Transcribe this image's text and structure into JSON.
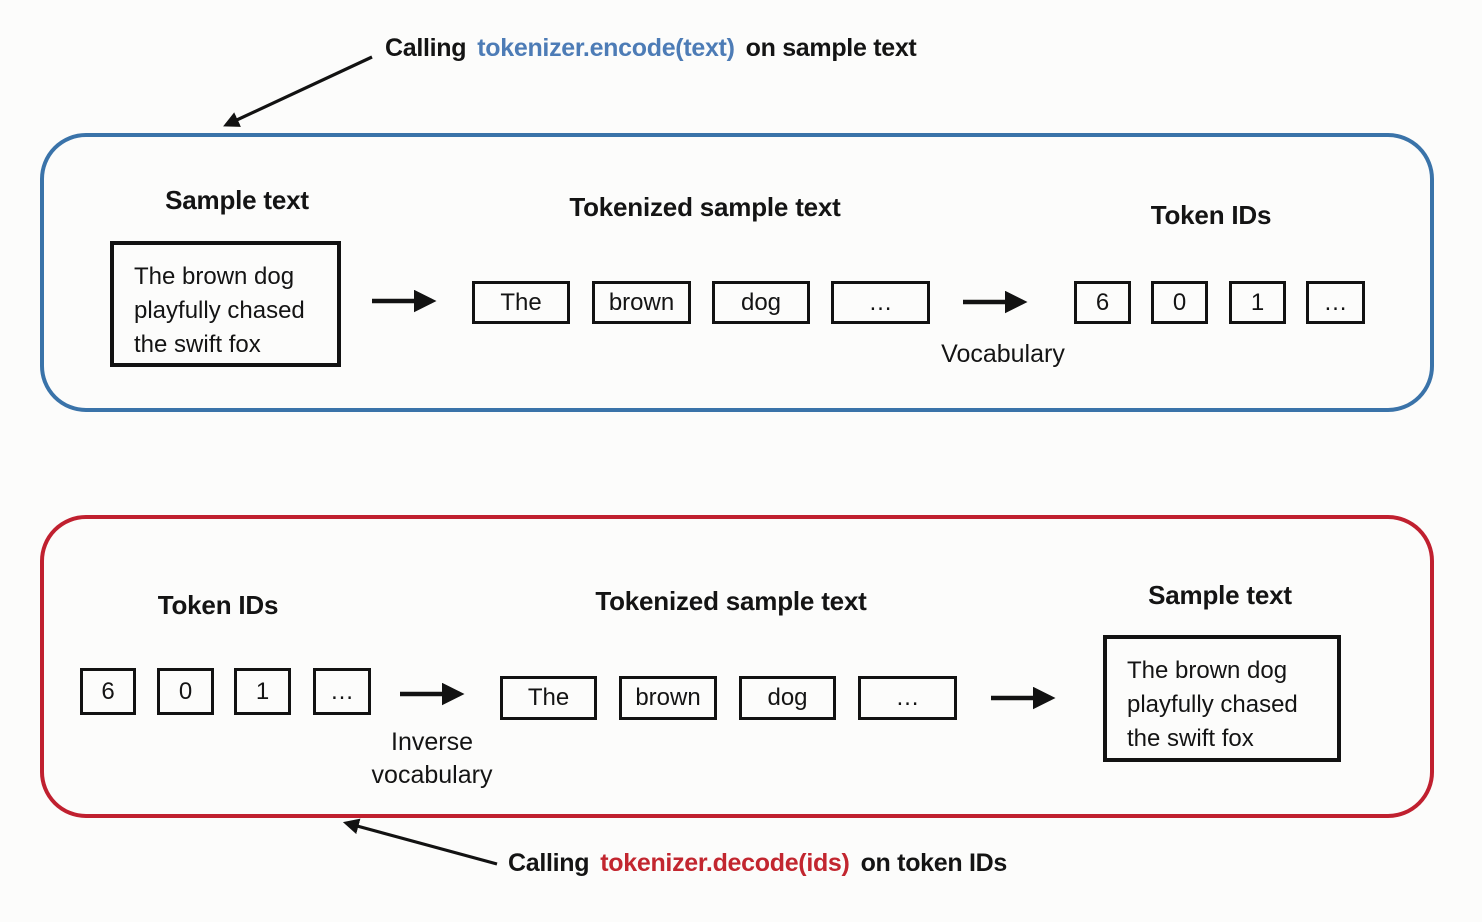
{
  "annotations": {
    "encode": {
      "prefix": "Calling",
      "code": "tokenizer.encode(text)",
      "suffix": "on sample text"
    },
    "decode": {
      "prefix": "Calling",
      "code": "tokenizer.decode(ids)",
      "suffix": "on token IDs"
    }
  },
  "colors": {
    "encode_border": "#3a73a9",
    "encode_code_text": "#4d7cb6",
    "decode_border": "#c0202f",
    "decode_code_text": "#c2262f",
    "box_stroke": "#121212",
    "background": "#fcfcfb"
  },
  "encode_panel": {
    "sample_heading": "Sample text",
    "sample_text": "The brown dog\nplayfully chased\nthe swift fox",
    "tokenized_heading": "Tokenized sample text",
    "tokens": [
      "The",
      "brown",
      "dog",
      "…"
    ],
    "vocabulary_label": "Vocabulary",
    "token_ids_heading": "Token IDs",
    "token_ids": [
      "6",
      "0",
      "1",
      "…"
    ]
  },
  "decode_panel": {
    "token_ids_heading": "Token IDs",
    "token_ids": [
      "6",
      "0",
      "1",
      "…"
    ],
    "inverse_vocabulary_label": "Inverse\nvocabulary",
    "tokenized_heading": "Tokenized sample text",
    "tokens": [
      "The",
      "brown",
      "dog",
      "…"
    ],
    "sample_heading": "Sample text",
    "sample_text": "The brown dog\nplayfully chased\nthe swift fox"
  }
}
